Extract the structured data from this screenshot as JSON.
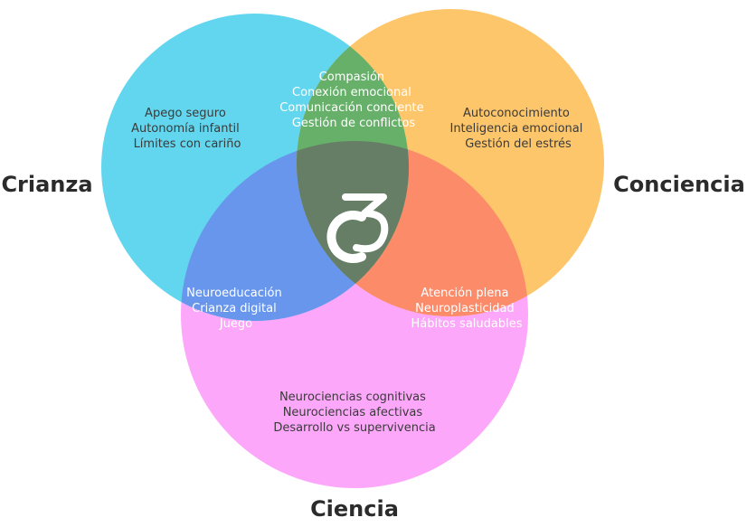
{
  "sets": {
    "crianza": "Crianza",
    "conciencia": "Conciencia",
    "ciencia": "Ciencia"
  },
  "regions": {
    "crianza_only": [
      "Apego seguro",
      "Autonomía infantil",
      "Límites con cariño"
    ],
    "conciencia_only": [
      "Autoconocimiento",
      "Inteligencia emocional",
      "Gestión del estrés"
    ],
    "ciencia_only": [
      "Neurociencias cognitivas",
      "Neurociencias afectivas",
      "Desarrollo vs supervivencia"
    ],
    "crianza_conciencia": [
      "Compasión",
      "Conexión emocional",
      "Comunicación conciente",
      "Gestión de conflictos"
    ],
    "crianza_ciencia": [
      "Neuroeducación",
      "Crianza digital",
      "Juego"
    ],
    "conciencia_ciencia": [
      "Atención plena",
      "Neuroplasticidad",
      "Hábitos saludables"
    ]
  },
  "logo": "c3",
  "colors": {
    "crianza": "#62d6ee",
    "conciencia": "#fec66a",
    "ciencia": "#fca7fa",
    "crianza_conciencia": "#67b06a",
    "crianza_ciencia": "#6896ed",
    "conciencia_ciencia": "#fc8b6a",
    "center": "#657e65",
    "set_label": "#2b2b2b",
    "dark_text": "#3a3a3a",
    "light_text": "#ffffff"
  }
}
